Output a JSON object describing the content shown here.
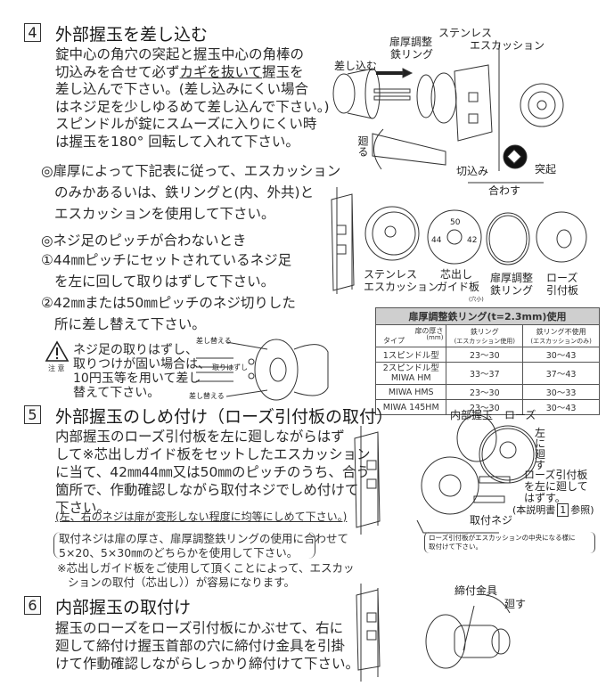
{
  "section4": {
    "number": "4",
    "title": "外部握玉を差し込む",
    "body": {
      "line1": "錠中心の角穴の突起と握玉中心の角棒の",
      "line2_pre": "切込みを合せて必ず",
      "line2_underline": "カギを抜いて",
      "line2_post": "握玉を",
      "line3": "差し込んで下さい。(差し込みにくい場合",
      "line4": "はネジ足を少しゆるめて差し込んで下さい。)",
      "line5": "スピンドルが錠にスムーズに入りにくい時",
      "line6": "は握玉を180° 回転して入れて下さい。"
    },
    "note_door": [
      "◎扉厚によって下記表に従って、エスカッション",
      "のみかあるいは、鉄リングと(内、外共)と",
      "エスカッションを使用して下さい。"
    ],
    "note_pitch": [
      "◎ネジ足のピッチが合わないとき",
      "①44㎜ピッチにセットされているネジ足",
      "を左に回して取りはずして下さい。",
      "②42㎜または50㎜ピッチのネジ切りした",
      "所に差し替えて下さい。"
    ],
    "warning": {
      "icon": "warning-triangle-icon",
      "label": "注 意",
      "lines": [
        "ネジ足の取りはずし、",
        "取りつけが固い場合は、",
        "10円玉等を用いて差し",
        "替えて下さい。"
      ]
    },
    "diagram_labels": {
      "insert": "差し込む",
      "ring": "扉厚調整\n鉄リング",
      "ring_l1": "扉厚調整",
      "ring_l2": "鉄リング",
      "stainless_l1": "ステンレス",
      "stainless_l2": "エスカッション",
      "rotate": "廻る",
      "notch": "切込み",
      "protrusion": "突起",
      "align": "合わす",
      "parts": [
        {
          "l1": "ステンレス",
          "l2": "エスカッション"
        },
        {
          "l1": "芯出し",
          "l2": "ガイド板",
          "sub": "(穴小)"
        },
        {
          "l1": "扉厚調整",
          "l2": "鉄リング"
        },
        {
          "l1": "ローズ",
          "l2": "引付板"
        }
      ],
      "pitch_numbers": [
        "50",
        "44",
        "42"
      ],
      "replace_top": "差し替える",
      "remove": "取りはずし",
      "replace_bottom": "差し替える"
    },
    "table": {
      "caption": "扉厚調整鉄リング(t=2.3mm)使用",
      "header_door": "扉の厚さ",
      "header_unit": "(mm)",
      "header_type": "タイプ",
      "col1": "鉄リング",
      "col1_sub": "(エスカッション使用)",
      "col2": "鉄リング不使用",
      "col2_sub": "(エスカッションのみ)",
      "rows": [
        {
          "type": "1スピンドル型",
          "ring": "23～30",
          "no_ring": "30～43"
        },
        {
          "type": "2スピンドル型",
          "type2": "MIWA HM",
          "ring": "33～37",
          "no_ring": "37～43"
        },
        {
          "type": "MIWA HMS",
          "ring": "23～30",
          "no_ring": "30～33"
        },
        {
          "type": "MIWA 145HM",
          "ring": "23～30",
          "no_ring": "30～43"
        }
      ]
    }
  },
  "section5": {
    "number": "5",
    "title": "外部握玉のしめ付け（ローズ引付板の取付）",
    "body": [
      "内部握玉のローズ引付板を左に廻しながらはず",
      "して※芯出しガイド板をセットしたエスカッション",
      "に当て、42㎜44㎜又は50㎜のピッチのうち、合う",
      "箇所で、作動確認しながら取付ネジでしめ付けて",
      "下さい。"
    ],
    "body_note": "(左、右のネジは扉が変形しない程度に均等にしめて下さい。)",
    "paren_note": [
      "取付ネジは扉の厚さ、扉厚調整鉄リングの使用に合わせて",
      "5×20、5×30㎜のどちらかを使用して下さい。"
    ],
    "asterisk_note": [
      "※芯出しガイド板をご使用して頂くことによって、エスカッ",
      "ションの取付（芯出し））が容易になります。"
    ],
    "diagram_labels": {
      "inner_knob": "内部握玉",
      "rose": "ローズ",
      "turn_left": [
        "左",
        "に",
        "廻",
        "す"
      ],
      "rose_plate": [
        "ローズ引付板",
        "を左に廻して",
        "はずす。"
      ],
      "ref_pre": "(本説明書",
      "ref_num": "1",
      "ref_post": "参照)",
      "screw": "取付ネジ",
      "center_note": [
        "ローズ引付板がエスカッションの中央になる様に",
        "取付けて下さい。"
      ]
    }
  },
  "section6": {
    "number": "6",
    "title": "内部握玉の取付け",
    "body": [
      "握玉のローズをローズ引付板にかぶせて、右に",
      "廻して締付け握玉首部の穴に締付け金具を引掛",
      "けて作動確認しながらしっかり締付けて下さい。"
    ],
    "diagram_labels": {
      "fitting": "締付金具",
      "turn": "廻す"
    }
  }
}
